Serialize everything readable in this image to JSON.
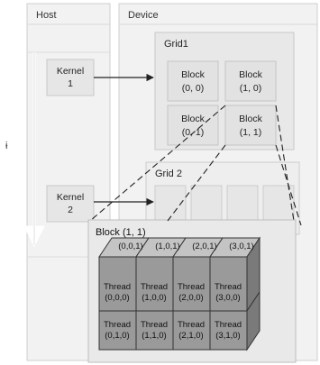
{
  "host": {
    "label": "Host"
  },
  "device": {
    "label": "Device"
  },
  "stray_mark": "ɨ",
  "kernels": [
    {
      "line1": "Kernel",
      "line2": "1"
    },
    {
      "line1": "Kernel",
      "line2": "2"
    }
  ],
  "grid1": {
    "label": "Grid1",
    "blocks": [
      {
        "name": "Block",
        "coord": "(0, 0)"
      },
      {
        "name": "Block",
        "coord": "(1, 0)"
      },
      {
        "name": "Block",
        "coord": "(0, 1)"
      },
      {
        "name": "Block",
        "coord": "(1, 1)"
      }
    ]
  },
  "grid2": {
    "label": "Grid 2"
  },
  "block_detail": {
    "label": "Block (1, 1)",
    "top_threads": [
      "(0,0,1)",
      "(1,0,1)",
      "(2,0,1)",
      "(3,0,1)"
    ],
    "threads": [
      {
        "name": "Thread",
        "coord": "(0,0,0)"
      },
      {
        "name": "Thread",
        "coord": "(1,0,0)"
      },
      {
        "name": "Thread",
        "coord": "(2,0,0)"
      },
      {
        "name": "Thread",
        "coord": "(3,0,0)"
      },
      {
        "name": "Thread",
        "coord": "(0,1,0)"
      },
      {
        "name": "Thread",
        "coord": "(1,1,0)"
      },
      {
        "name": "Thread",
        "coord": "(2,1,0)"
      },
      {
        "name": "Thread",
        "coord": "(3,1,0)"
      }
    ]
  },
  "colors": {
    "panel": "#f2f2f2",
    "panel_stroke": "#cfcfcf",
    "grid_fill": "#e6e6e6",
    "block_fill": "#e0e0e0",
    "cube_front": "#9a9a9a",
    "cube_top": "#c4c4c4",
    "cube_side": "#7a7a7a",
    "arrow": "#222222"
  }
}
